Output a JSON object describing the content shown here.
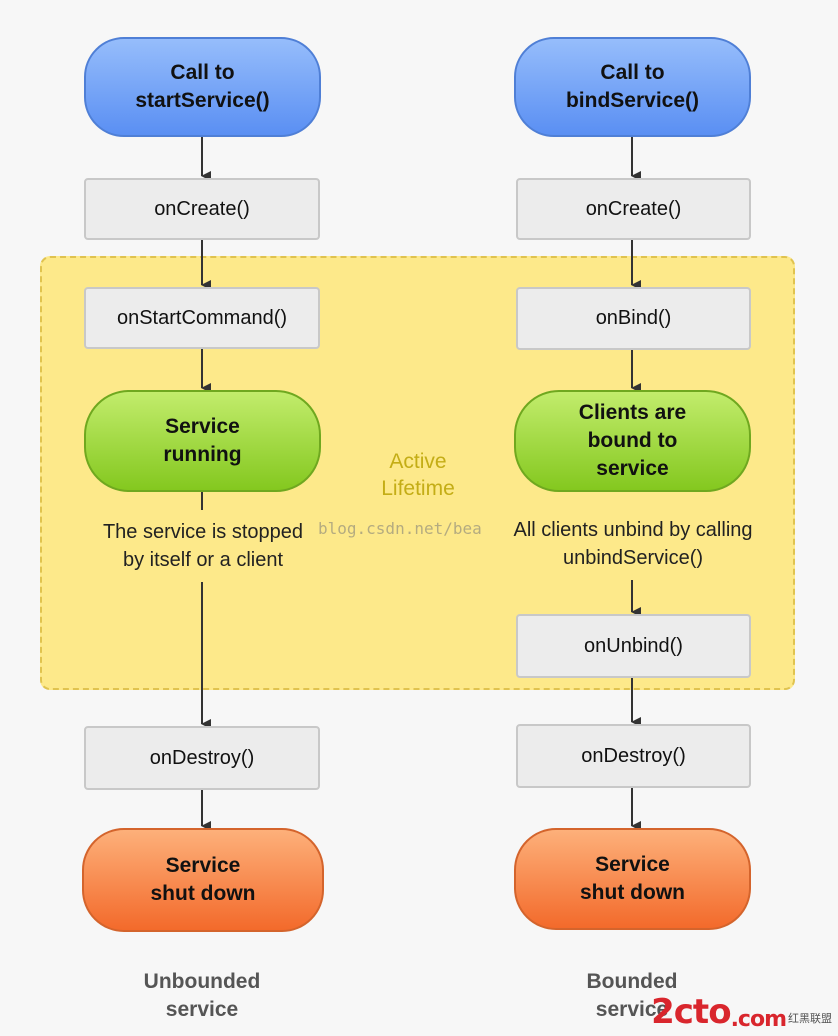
{
  "active_region": {
    "label": "Active\nLifetime"
  },
  "unbounded": {
    "start": "Call to\nstartService()",
    "on_create": "onCreate()",
    "on_start_command": "onStartCommand()",
    "running": "Service\nrunning",
    "stopped_note": "The service is stopped\nby itself or a client",
    "on_destroy": "onDestroy()",
    "shut_down": "Service\nshut down",
    "caption": "Unbounded\nservice"
  },
  "bounded": {
    "start": "Call to\nbindService()",
    "on_create": "onCreate()",
    "on_bind": "onBind()",
    "bound": "Clients are\nbound to\nservice",
    "unbind_note": "All clients unbind by calling\nunbindService()",
    "on_unbind": "onUnbind()",
    "on_destroy": "onDestroy()",
    "shut_down": "Service\nshut down",
    "caption": "Bounded\nservice"
  },
  "watermark": {
    "text": "blog.csdn.net/bea",
    "logo": "2cto",
    "logo_suffix": ".com",
    "logo_cn": "红黑联盟"
  },
  "colors": {
    "start": "#5a8ff3",
    "running": "#84c81f",
    "shutdown": "#f36a2b",
    "active": "#fde98a",
    "box": "#ececec"
  }
}
